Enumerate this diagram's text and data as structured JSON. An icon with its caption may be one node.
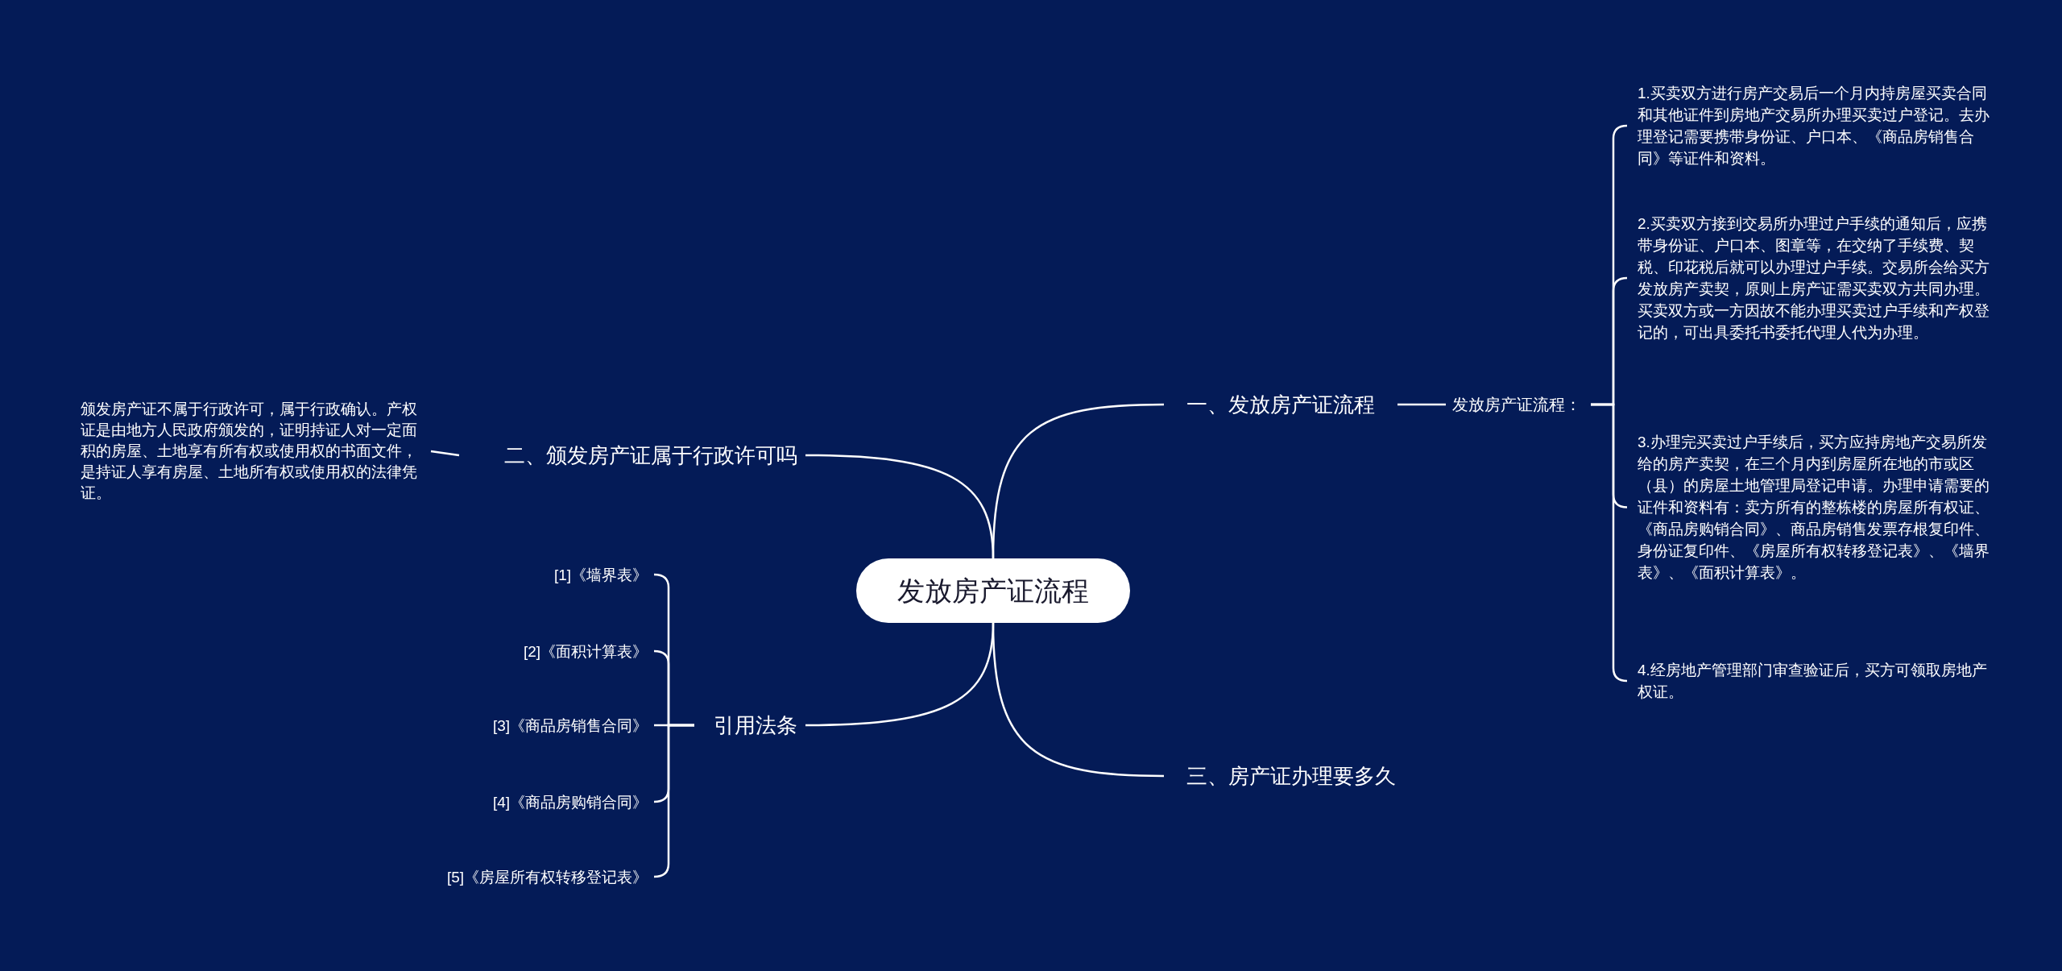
{
  "diagram": {
    "nodes": [
      {
        "text": [
          "发放房产证流程"
        ]
      },
      {
        "text": [
          "一、发放房产证流程"
        ]
      },
      {
        "text": [
          "发放房产证流程："
        ]
      },
      {
        "text": [
          "1.买卖双方进行房产交易后一个月内持房屋买卖合同和其他证件到房地产交易所办理买卖过户登记。去办理登记需要携带身份证、户口本、《商品房销售合同》等证件和资料。"
        ]
      },
      {
        "text": [
          "2.买卖双方接到交易所办理过户手续的通知后，应携带身份证、户口本、图章等，在交纳了手续费、契税、印花税后就可以办理过户手续。交易所会给买方发放房产卖契，原则上房产证需买卖双方共同办理。买卖双方或一方因故不能办理买卖过户手续和产权登记的，可出具委托书委托代理人代为办理。"
        ]
      },
      {
        "text": [
          "3.办理完买卖过户手续后，买方应持房地产交易所发给的房产卖契，在三个月内到房屋所在地的市或区（县）的房屋土地管理局登记申请。办理申请需要的证件和资料有：卖方所有的整栋楼的房屋所有权证、《商品房购销合同》、商品房销售发票存根复印件、身份证复印件、《房屋所有权转移登记表》、《墙界表》、《面积计算表》。"
        ]
      },
      {
        "text": [
          "4.经房地产管理部门审查验证后，买方可领取房地产权证。"
        ]
      },
      {
        "text": [
          "三、房产证办理要多久"
        ]
      },
      {
        "text": [
          "二、颁发房产证属于行政许可吗"
        ]
      },
      {
        "text": [
          "颁发房产证不属于行政许可，属于行政确认。产权证是由地方人民政府颁发的，证明持证人对一定面积的房屋、土地享有所有权或使用权的书面文件，是持证人享有房屋、土地所有权或使用权的法律凭证。"
        ]
      },
      {
        "text": [
          "引用法条"
        ]
      },
      {
        "text": [
          "[1]《墙界表》"
        ]
      },
      {
        "text": [
          "[2]《面积计算表》"
        ]
      },
      {
        "text": [
          "[3]《商品房销售合同》"
        ]
      },
      {
        "text": [
          "[4]《商品房购销合同》"
        ]
      },
      {
        "text": [
          "[5]《房屋所有权转移登记表》"
        ]
      }
    ],
    "edges": [
      {
        "from": 0,
        "to": 1,
        "arrow": "none"
      },
      {
        "from": 1,
        "to": 2,
        "arrow": "none"
      },
      {
        "from": 2,
        "to": 3,
        "arrow": "none"
      },
      {
        "from": 2,
        "to": 4,
        "arrow": "none"
      },
      {
        "from": 2,
        "to": 5,
        "arrow": "none"
      },
      {
        "from": 2,
        "to": 6,
        "arrow": "none"
      },
      {
        "from": 0,
        "to": 7,
        "arrow": "none"
      },
      {
        "from": 0,
        "to": 8,
        "arrow": "none"
      },
      {
        "from": 8,
        "to": 9,
        "arrow": "none"
      },
      {
        "from": 0,
        "to": 10,
        "arrow": "none"
      },
      {
        "from": 10,
        "to": 11,
        "arrow": "none"
      },
      {
        "from": 10,
        "to": 12,
        "arrow": "none"
      },
      {
        "from": 10,
        "to": 13,
        "arrow": "none"
      },
      {
        "from": 10,
        "to": 14,
        "arrow": "none"
      },
      {
        "from": 10,
        "to": 15,
        "arrow": "none"
      }
    ]
  }
}
